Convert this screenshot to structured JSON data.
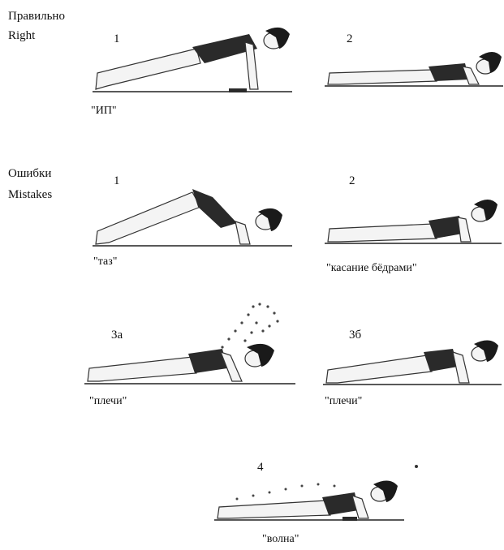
{
  "sections": {
    "correct": {
      "label_ru": "Правильно",
      "label_en": "Right"
    },
    "mistakes": {
      "label_ru": "Ошибки",
      "label_en": "Mistakes"
    }
  },
  "figures": {
    "right_1": {
      "number": "1",
      "caption": "\"ИП\""
    },
    "right_2": {
      "number": "2",
      "caption": ""
    },
    "mistake_1": {
      "number": "1",
      "caption": "\"таз\""
    },
    "mistake_2": {
      "number": "2",
      "caption": "\"касание бёдрами\""
    },
    "mistake_3a": {
      "number": "3а",
      "caption": "\"плечи\""
    },
    "mistake_3b": {
      "number": "3б",
      "caption": "\"плечи\""
    },
    "mistake_4": {
      "number": "4",
      "caption": "\"волна\""
    }
  }
}
